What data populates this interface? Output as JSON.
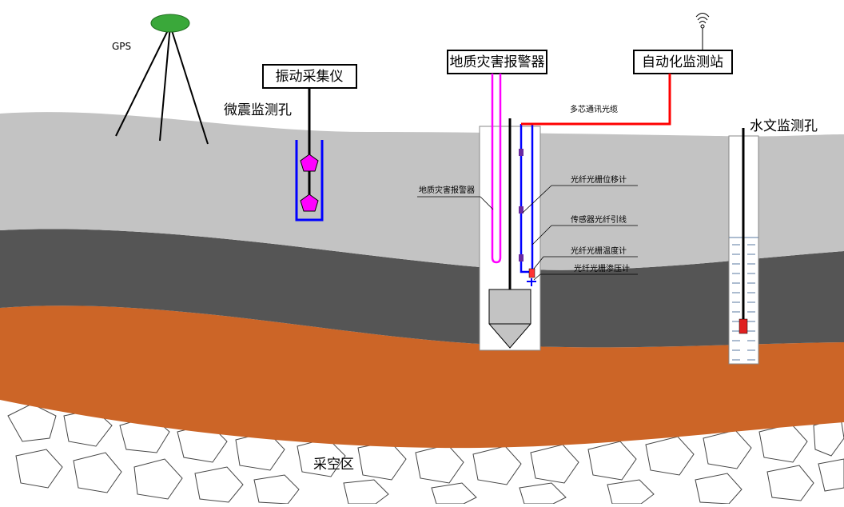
{
  "labels": {
    "gps": "GPS",
    "vibration_collector": "振动采集仪",
    "microseismic_hole": "微震监测孔",
    "geo_alarm_box": "地质灾害报警器",
    "auto_station": "自动化监测站",
    "hydro_hole": "水文监测孔",
    "multicore_cable": "多芯通讯光缆",
    "geo_alarm_small": "地质灾害报警器",
    "fbg_displacement": "光纤光栅位移计",
    "sensor_fiber_lead": "传感器光纤引线",
    "fbg_temperature": "光纤光栅温度计",
    "fbg_piezometer": "光纤光栅渗压计",
    "goaf": "采空区"
  },
  "colors": {
    "sky": "#ffffff",
    "gray_layer": "#c3c3c3",
    "dark_layer": "#555555",
    "orange_layer": "#cc6527",
    "goaf_bg": "#ffffff",
    "gps_antenna": "#3aa83a",
    "magenta": "#ff00ff",
    "blue": "#0000ff",
    "red": "#ff0000",
    "probe_gray": "#c3c3c3"
  },
  "icons": {
    "gps": "green-ellipse-antenna",
    "wifi": "wifi-signal-icon",
    "sensor": "magenta-pentagon"
  }
}
